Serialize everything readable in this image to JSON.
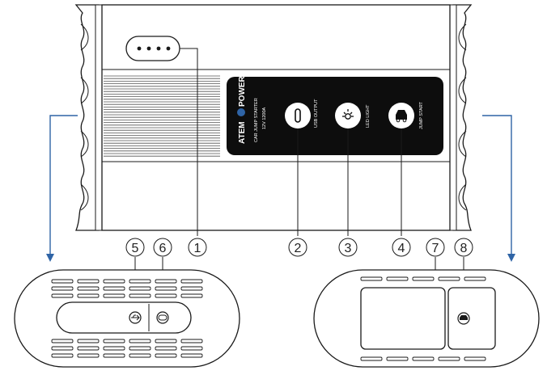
{
  "brand": {
    "name_left": "ATEM",
    "name_right": "POWER",
    "line1": "CAR JUMP STARTER",
    "line2": "12V 1200A"
  },
  "panel_labels": {
    "usb_output": "USB OUTPUT",
    "led_light": "LED LIGHT",
    "jump_start": "JUMP START"
  },
  "callouts": [
    "1",
    "2",
    "3",
    "4",
    "5",
    "6",
    "7",
    "8"
  ],
  "colors": {
    "line": "#1a1a1a",
    "panel": "#0d0d0d",
    "arrow": "#2f64a6"
  },
  "icons": {
    "indicator": "battery-level-dots",
    "usb_output": "usb-output-icon",
    "led_light": "led-light-icon",
    "jump_start": "car-icon",
    "usb_input": "usb-input-icon",
    "power_port": "power-port-icon",
    "car_port": "car-port-icon"
  }
}
